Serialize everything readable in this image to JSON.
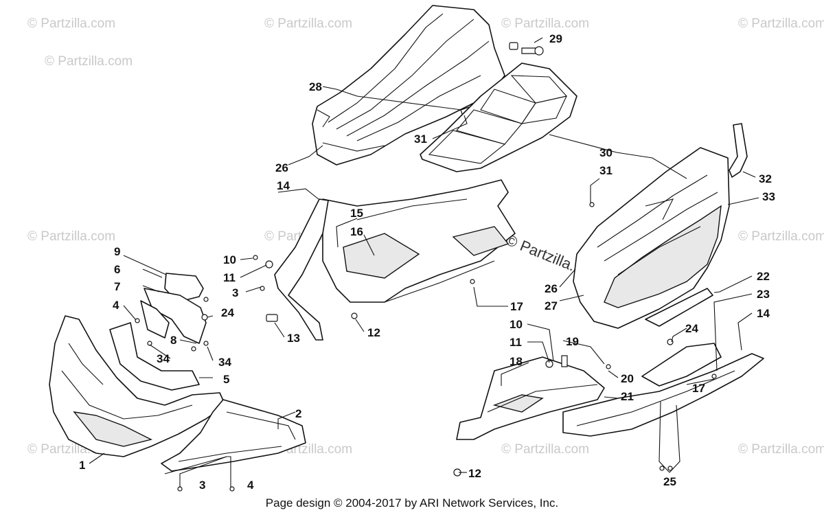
{
  "watermark_text": "© Partzilla.com",
  "footer_text": "Page design © 2004-2017 by ARI Network Services, Inc.",
  "callouts": [
    {
      "id": "c1",
      "label": "1"
    },
    {
      "id": "c2",
      "label": "2"
    },
    {
      "id": "c3a",
      "label": "3"
    },
    {
      "id": "c3b",
      "label": "3"
    },
    {
      "id": "c4a",
      "label": "4"
    },
    {
      "id": "c4b",
      "label": "4"
    },
    {
      "id": "c5",
      "label": "5"
    },
    {
      "id": "c6",
      "label": "6"
    },
    {
      "id": "c7",
      "label": "7"
    },
    {
      "id": "c8",
      "label": "8"
    },
    {
      "id": "c9",
      "label": "9"
    },
    {
      "id": "c10a",
      "label": "10"
    },
    {
      "id": "c10b",
      "label": "10"
    },
    {
      "id": "c11a",
      "label": "11"
    },
    {
      "id": "c11b",
      "label": "11"
    },
    {
      "id": "c12a",
      "label": "12"
    },
    {
      "id": "c12b",
      "label": "12"
    },
    {
      "id": "c13",
      "label": "13"
    },
    {
      "id": "c14a",
      "label": "14"
    },
    {
      "id": "c14b",
      "label": "14"
    },
    {
      "id": "c15",
      "label": "15"
    },
    {
      "id": "c16",
      "label": "16"
    },
    {
      "id": "c17a",
      "label": "17"
    },
    {
      "id": "c17b",
      "label": "17"
    },
    {
      "id": "c18",
      "label": "18"
    },
    {
      "id": "c19",
      "label": "19"
    },
    {
      "id": "c20",
      "label": "20"
    },
    {
      "id": "c21",
      "label": "21"
    },
    {
      "id": "c22",
      "label": "22"
    },
    {
      "id": "c23",
      "label": "23"
    },
    {
      "id": "c24a",
      "label": "24"
    },
    {
      "id": "c24b",
      "label": "24"
    },
    {
      "id": "c25",
      "label": "25"
    },
    {
      "id": "c26a",
      "label": "26"
    },
    {
      "id": "c26b",
      "label": "26"
    },
    {
      "id": "c27",
      "label": "27"
    },
    {
      "id": "c28",
      "label": "28"
    },
    {
      "id": "c29",
      "label": "29"
    },
    {
      "id": "c30",
      "label": "30"
    },
    {
      "id": "c31a",
      "label": "31"
    },
    {
      "id": "c31b",
      "label": "31"
    },
    {
      "id": "c32",
      "label": "32"
    },
    {
      "id": "c33",
      "label": "33"
    },
    {
      "id": "c34a",
      "label": "34"
    },
    {
      "id": "c34b",
      "label": "34"
    }
  ]
}
